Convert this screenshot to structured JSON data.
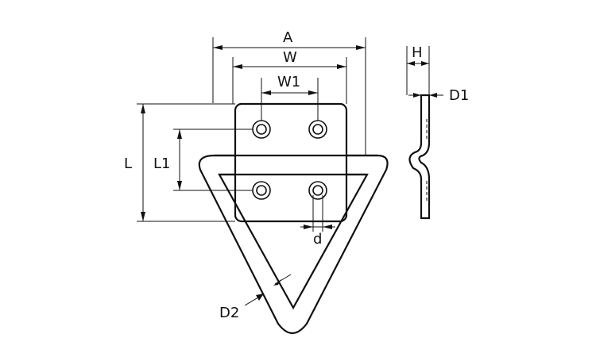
{
  "labels": {
    "A": "A",
    "W": "W",
    "W1": "W1",
    "L": "L",
    "L1": "L1",
    "d": "d",
    "D2": "D2",
    "H": "H",
    "D1": "D1"
  }
}
